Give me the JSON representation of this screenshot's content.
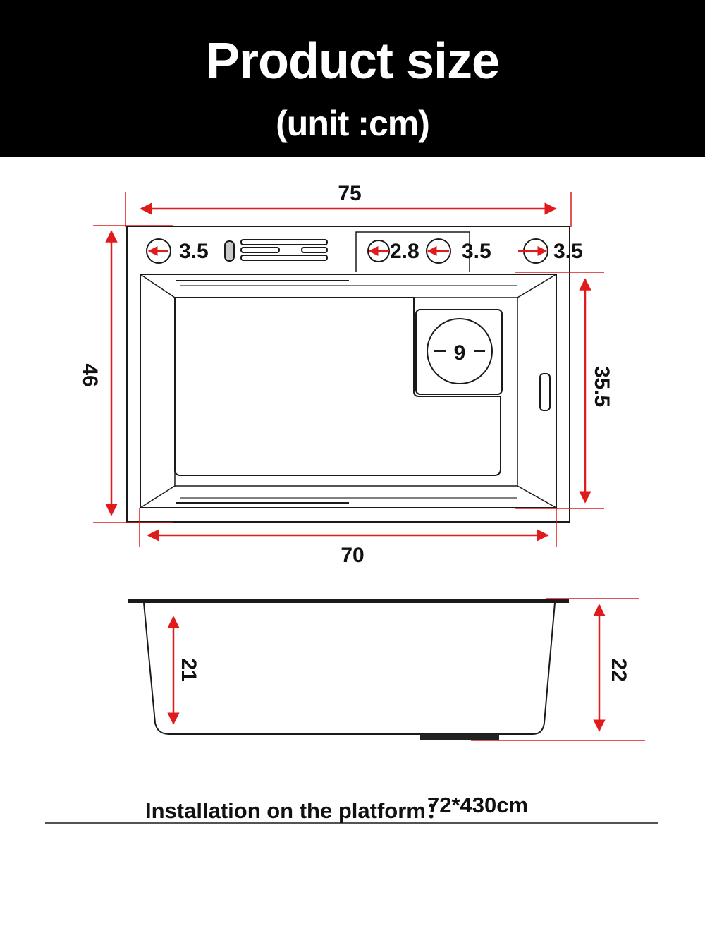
{
  "header": {
    "title": "Product size",
    "subtitle": "(unit :cm)"
  },
  "top_view": {
    "overall_width": "75",
    "inner_width": "70",
    "overall_depth": "46",
    "inner_depth": "35.5",
    "hole_1": "3.5",
    "hole_2": "2.8",
    "hole_3": "3.5",
    "hole_4": "3.5",
    "drain": "9"
  },
  "side_view": {
    "inner_height": "21",
    "outer_height": "22"
  },
  "footer": {
    "label": "Installation on the platform：",
    "value": "72*430cm"
  },
  "colors": {
    "dimension_line": "#e01b1b",
    "outline": "#1a1a1a",
    "header_bg": "#000000"
  }
}
